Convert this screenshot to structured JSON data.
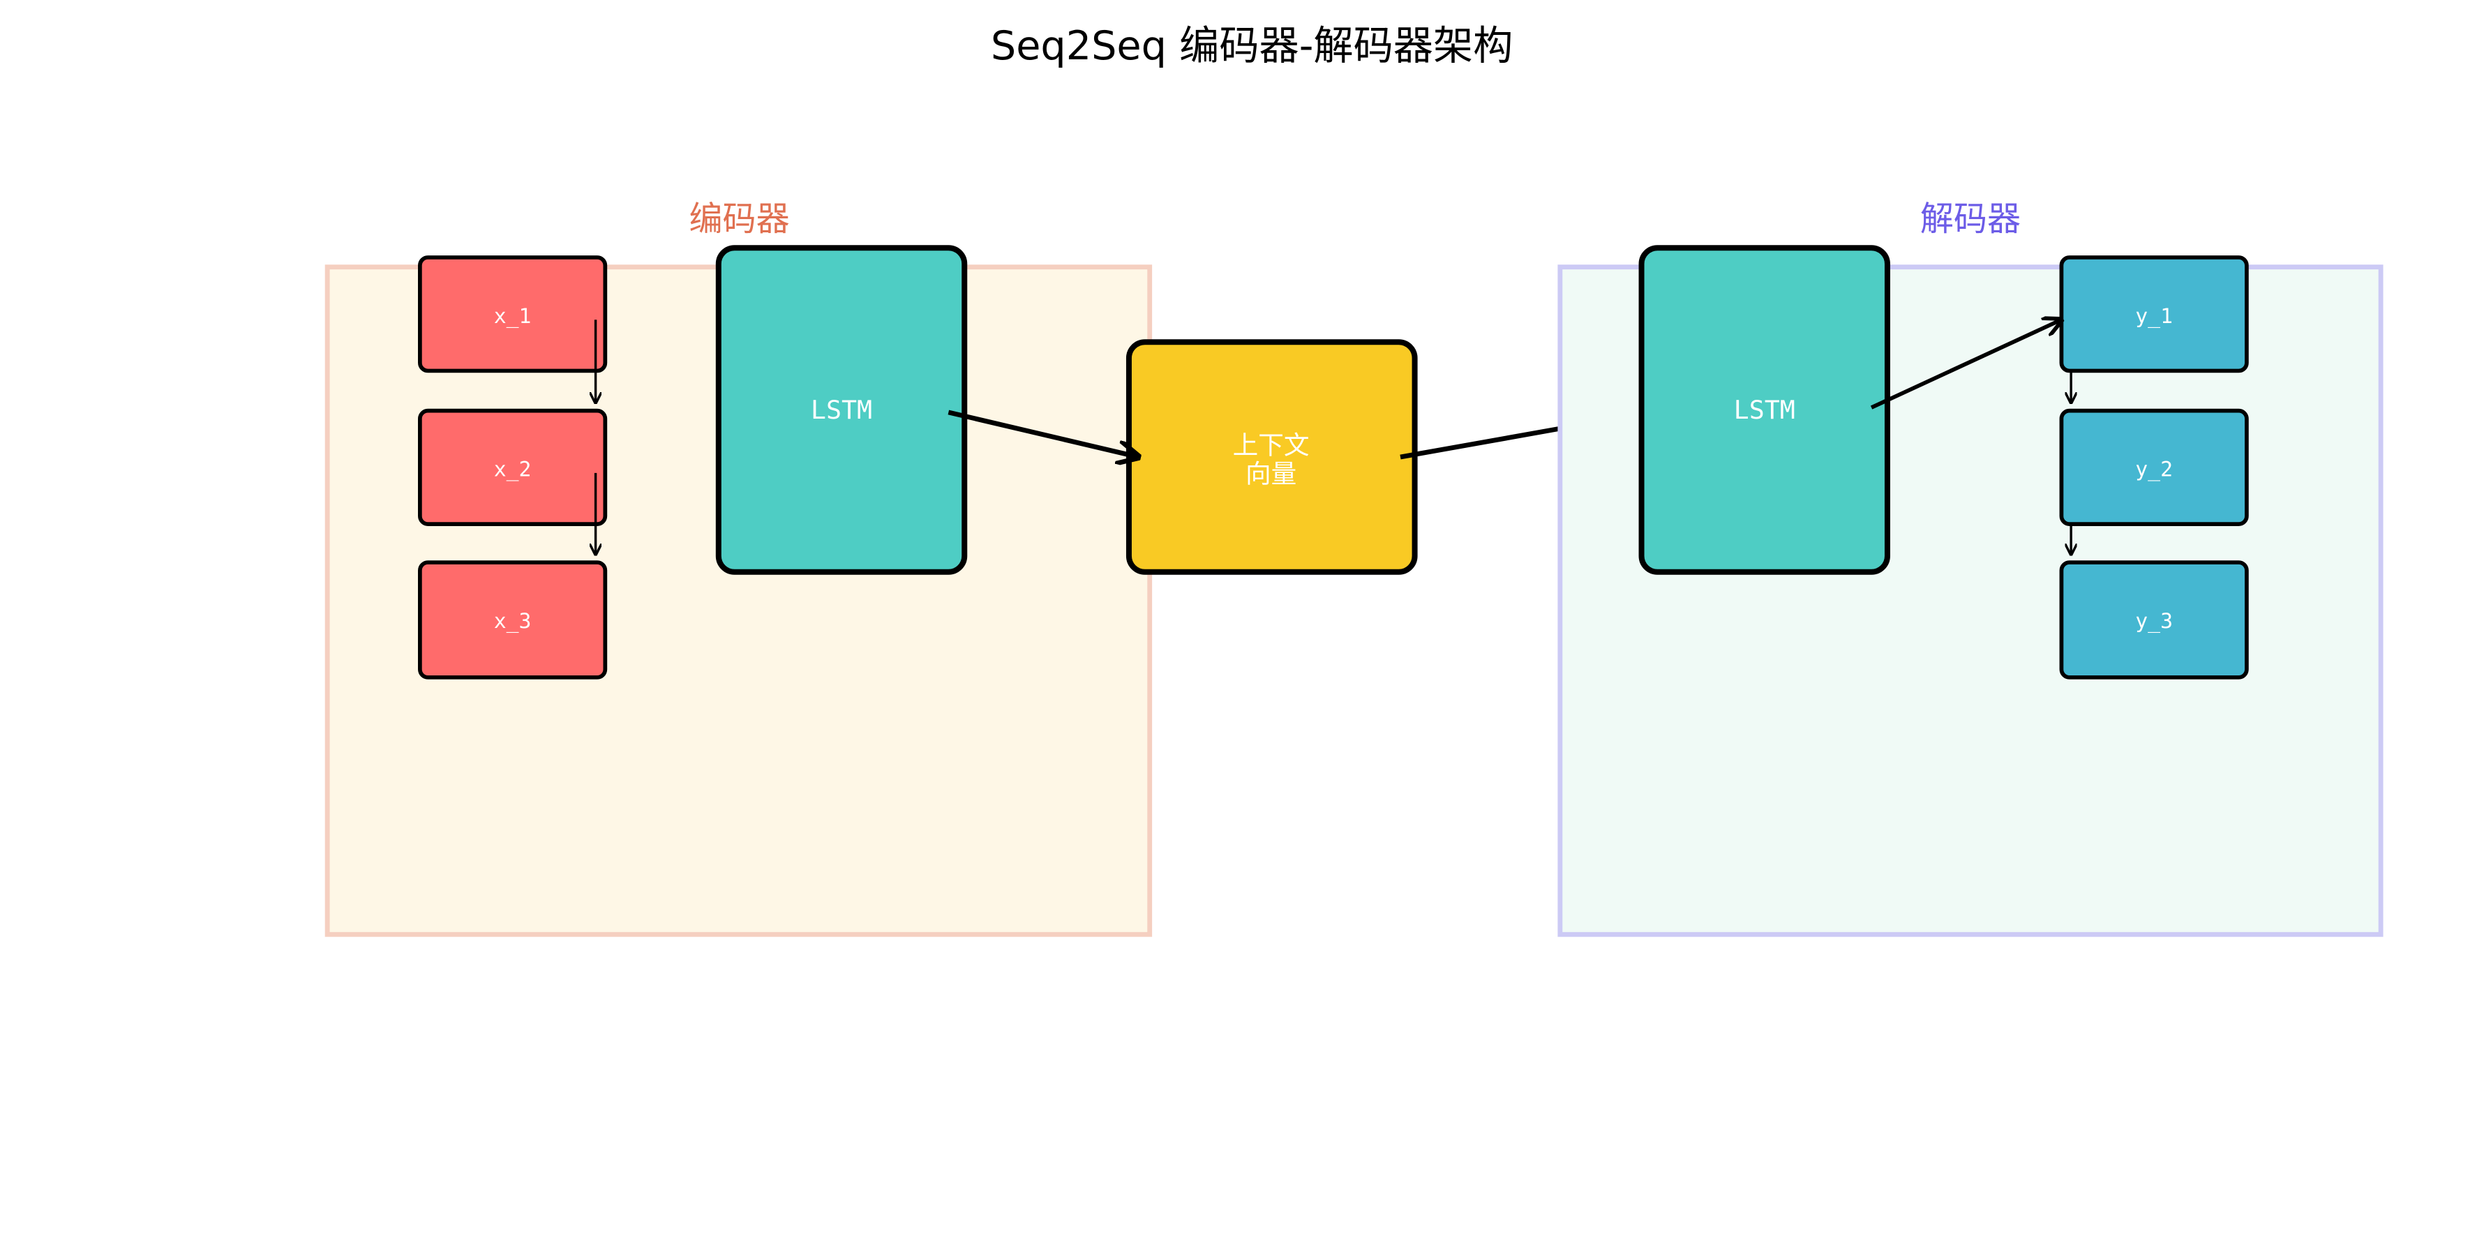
{
  "title": "Seq2Seq 编码器-解码器架构",
  "encoder": {
    "label": "编码器",
    "inputs": [
      "x_1",
      "x_2",
      "x_3"
    ],
    "lstm_label": "LSTM"
  },
  "context": {
    "line1": "上下文",
    "line2": "向量"
  },
  "decoder": {
    "label": "解码器",
    "outputs": [
      "y_1",
      "y_2",
      "y_3"
    ],
    "lstm_label": "LSTM"
  },
  "colors": {
    "encoder_label": "#e07050",
    "decoder_label": "#6c5ce7",
    "encoder_bg": "#fef7e6",
    "encoder_border": "#f5cfc0",
    "decoder_bg": "#f0faf6",
    "decoder_border": "#cccaf5",
    "input_fill": "#ff6b6b",
    "lstm_fill": "#4ecdc4",
    "context_fill": "#f9ca24",
    "output_fill": "#45b7d1"
  }
}
